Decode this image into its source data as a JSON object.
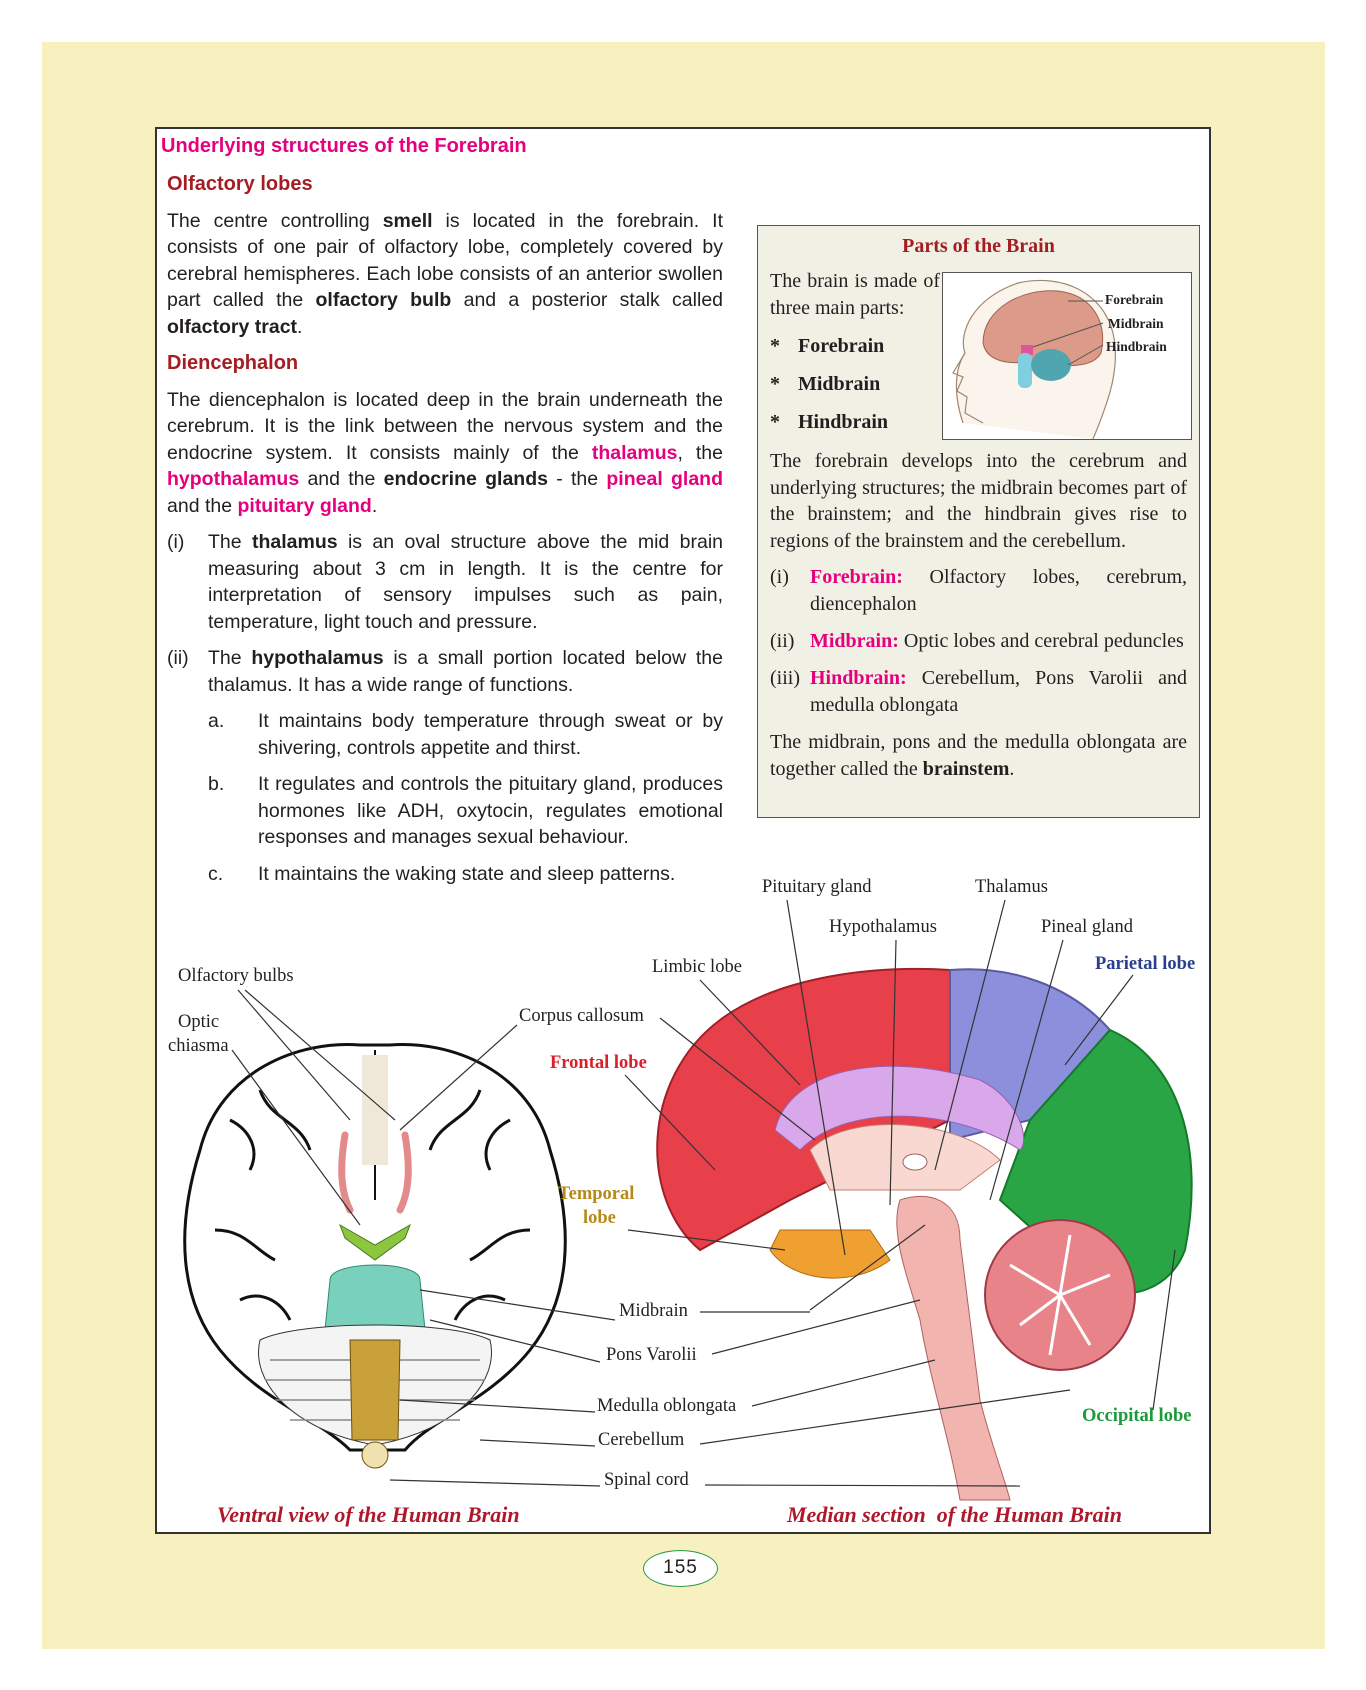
{
  "section_title": "Underlying structures of the Forebrain",
  "olfactory": {
    "heading": "Olfactory lobes",
    "p1": "The centre controlling ",
    "p1_b1": "smell",
    "p2": " is located in the forebrain. It consists of one pair of olfactory lobe, completely covered by cerebral hemispheres. Each lobe consists of an anterior swollen part called the ",
    "p2_b2": "olfactory bulb",
    "p3": " and a posterior stalk called ",
    "p3_b3": "olfactory tract",
    "p4": "."
  },
  "diencephalon": {
    "heading": "Diencephalon",
    "t1": "The diencephalon is located deep in the brain underneath the cerebrum. It is the link between the nervous system and the endocrine system. It consists mainly of the ",
    "k1": "thalamus",
    "t2": ", the ",
    "k2": "hypothalamus",
    "t3": " and the ",
    "k3": "endocrine glands",
    "t4": " - the ",
    "k4": "pineal gland",
    "t5": " and the ",
    "k5": "pituitary gland",
    "t6": ".",
    "items": [
      {
        "num": "(i)",
        "a": "The ",
        "b": "thalamus",
        "c": " is an oval structure above the mid brain measuring about 3 cm in length. It is the centre for interpretation of sensory impulses such as pain, temperature, light touch and pressure."
      },
      {
        "num": "(ii)",
        "a": "The ",
        "b": "hypothalamus",
        "c": " is a small portion located below the thalamus. It has a wide range of functions."
      }
    ],
    "subitems": [
      {
        "num": "a.",
        "text": "It maintains body temperature through sweat or by shivering, controls appetite and thirst."
      },
      {
        "num": "b.",
        "text": "It regulates and controls the pituitary gland, produces hormones like ADH, oxytocin, regulates emotional responses and manages sexual behaviour."
      },
      {
        "num": "c.",
        "text": "It maintains the waking state and sleep patterns."
      }
    ]
  },
  "sidebar": {
    "title": "Parts of the Brain",
    "intro": "The brain is made of three main parts:",
    "bullets": [
      "Forebrain",
      "Midbrain",
      "Hindbrain"
    ],
    "bullet_mark": "*",
    "figure_labels": [
      "Forebrain",
      "Midbrain",
      "Hindbrain"
    ],
    "para": "The forebrain develops into the cerebrum and underlying structures; the midbrain becomes part of the brainstem; and the hindbrain gives rise to regions of the brainstem and the cerebellum.",
    "items": [
      {
        "num": "(i)",
        "key": "Forebrain:",
        "text": " Olfactory lobes, cerebrum, diencephalon"
      },
      {
        "num": "(ii)",
        "key": "Midbrain:",
        "text": " Optic lobes and cerebral peduncles"
      },
      {
        "num": "(iii)",
        "key": "Hindbrain:",
        "text": " Cerebellum, Pons Varolii and medulla oblongata"
      }
    ],
    "closing": "The midbrain, pons and the medulla oblongata are together called the ",
    "closing_b": "brainstem",
    "closing_end": "."
  },
  "figure": {
    "labels": {
      "olfactory_bulbs": "Olfactory bulbs",
      "optic": "Optic",
      "chiasma": "chiasma",
      "corpus_callosum": "Corpus callosum",
      "limbic_lobe": "Limbic lobe",
      "frontal_lobe": "Frontal lobe",
      "temporal": "Temporal",
      "lobe": "lobe",
      "midbrain": "Midbrain",
      "pons": "Pons Varolii",
      "medulla": "Medulla oblongata",
      "cerebellum": "Cerebellum",
      "spinal_cord": "Spinal cord",
      "pituitary": "Pituitary gland",
      "thalamus": "Thalamus",
      "hypothalamus": "Hypothalamus",
      "pineal": "Pineal gland",
      "parietal_lobe": "Parietal lobe",
      "occipital_lobe": "Occipital lobe"
    },
    "caption_left": "Ventral view of the Human Brain",
    "caption_right": "Median section  of the Human Brain"
  },
  "page_number": "155",
  "colors": {
    "magenta": "#e5007e",
    "maroon": "#a51d22",
    "page_bg": "#f7f1bf",
    "frontal": "#e8404a",
    "parietal": "#8c8fdc",
    "occipital": "#2aa545",
    "temporal": "#f0a030",
    "parietal_label": "#2a3f8f",
    "temporal_label": "#b58a1a"
  }
}
